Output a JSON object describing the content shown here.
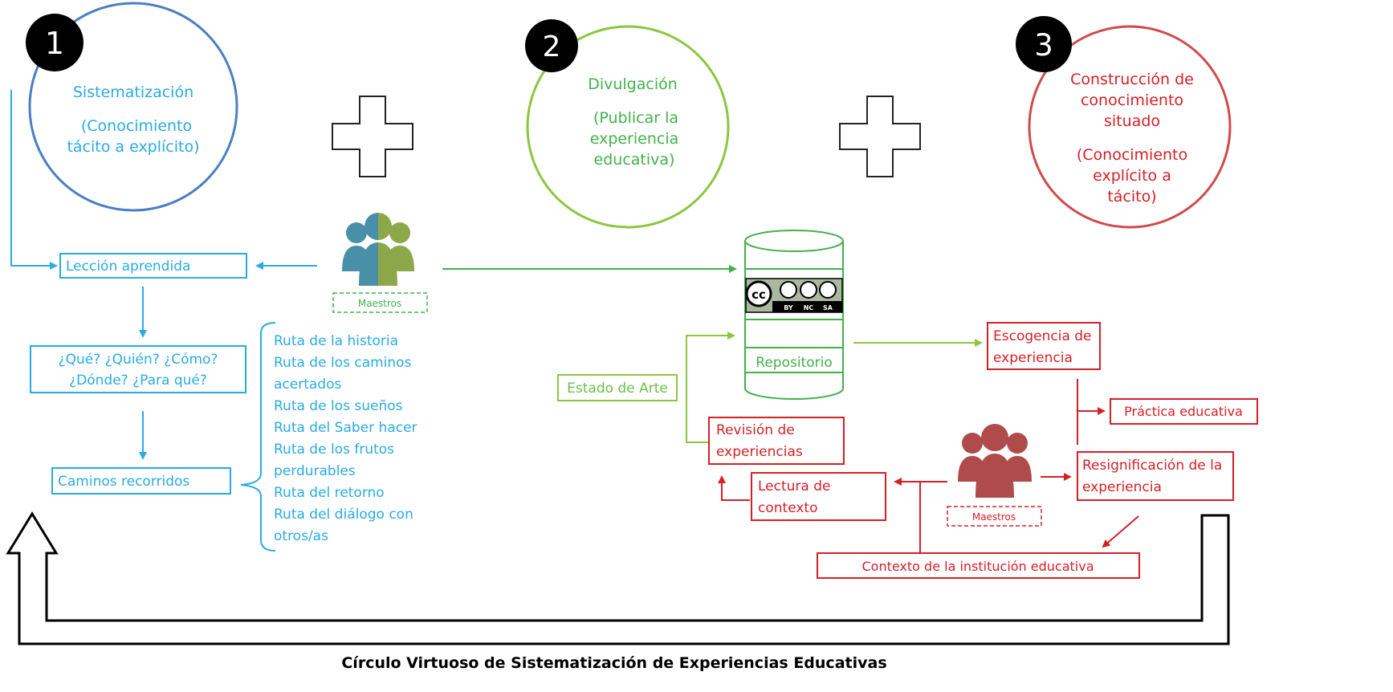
{
  "steps": [
    {
      "number": "1",
      "title": "Sistematización",
      "subtitle_lines": [
        "(Conocimiento",
        "tácito a explícito)"
      ]
    },
    {
      "number": "2",
      "title": "Divulgación",
      "subtitle_lines": [
        "(Publicar la",
        "experiencia",
        "educativa)"
      ]
    },
    {
      "number": "3",
      "title_lines": [
        "Construcción de",
        "conocimiento",
        "situado"
      ],
      "subtitle_lines": [
        "(Conocimiento",
        "explícito a",
        "tácito)"
      ]
    }
  ],
  "left_flow": {
    "leccion": "Lección aprendida",
    "preguntas_lines": [
      "¿Qué? ¿Quién? ¿Cómo?",
      "¿Dónde? ¿Para qué?"
    ],
    "caminos": "Caminos recorridos",
    "rutas_lines": [
      "Ruta de la historia",
      "Ruta de los caminos",
      "acertados",
      "Ruta de los sueños",
      "Ruta del Saber hacer",
      "Ruta de los frutos",
      "perdurables",
      "Ruta del retorno",
      "Ruta del diálogo con",
      "otros/as"
    ]
  },
  "maestros_label": "Maestros",
  "repository": {
    "label": "Repositorio",
    "license_icon_labels": [
      "BY",
      "NC",
      "SA"
    ],
    "license_cc_text": "cc"
  },
  "middle_flow": {
    "estado_arte": "Estado de Arte",
    "revision_lines": [
      "Revisión de",
      "experiencias"
    ],
    "lectura_lines": [
      "Lectura de",
      "contexto"
    ]
  },
  "right_flow": {
    "escogencia_lines": [
      "Escogencia de",
      "experiencia"
    ],
    "practica": "Práctica educativa",
    "resignificacion_lines": [
      "Resignificación de la",
      "experiencia"
    ],
    "contexto": "Contexto de la institución educativa"
  },
  "footer_title": "Círculo Virtuoso de Sistematización de Experiencias Educativas",
  "colors": {
    "blue": "#29ABE2",
    "circle1": "#4A7FC1",
    "green": "#43B14B",
    "circle2": "#8DC63F",
    "red": "#D42027",
    "circle3": "#D04B4B",
    "people_blue": "#4A8FA8",
    "people_green": "#8DA84B",
    "people_red": "#B04B4B"
  }
}
